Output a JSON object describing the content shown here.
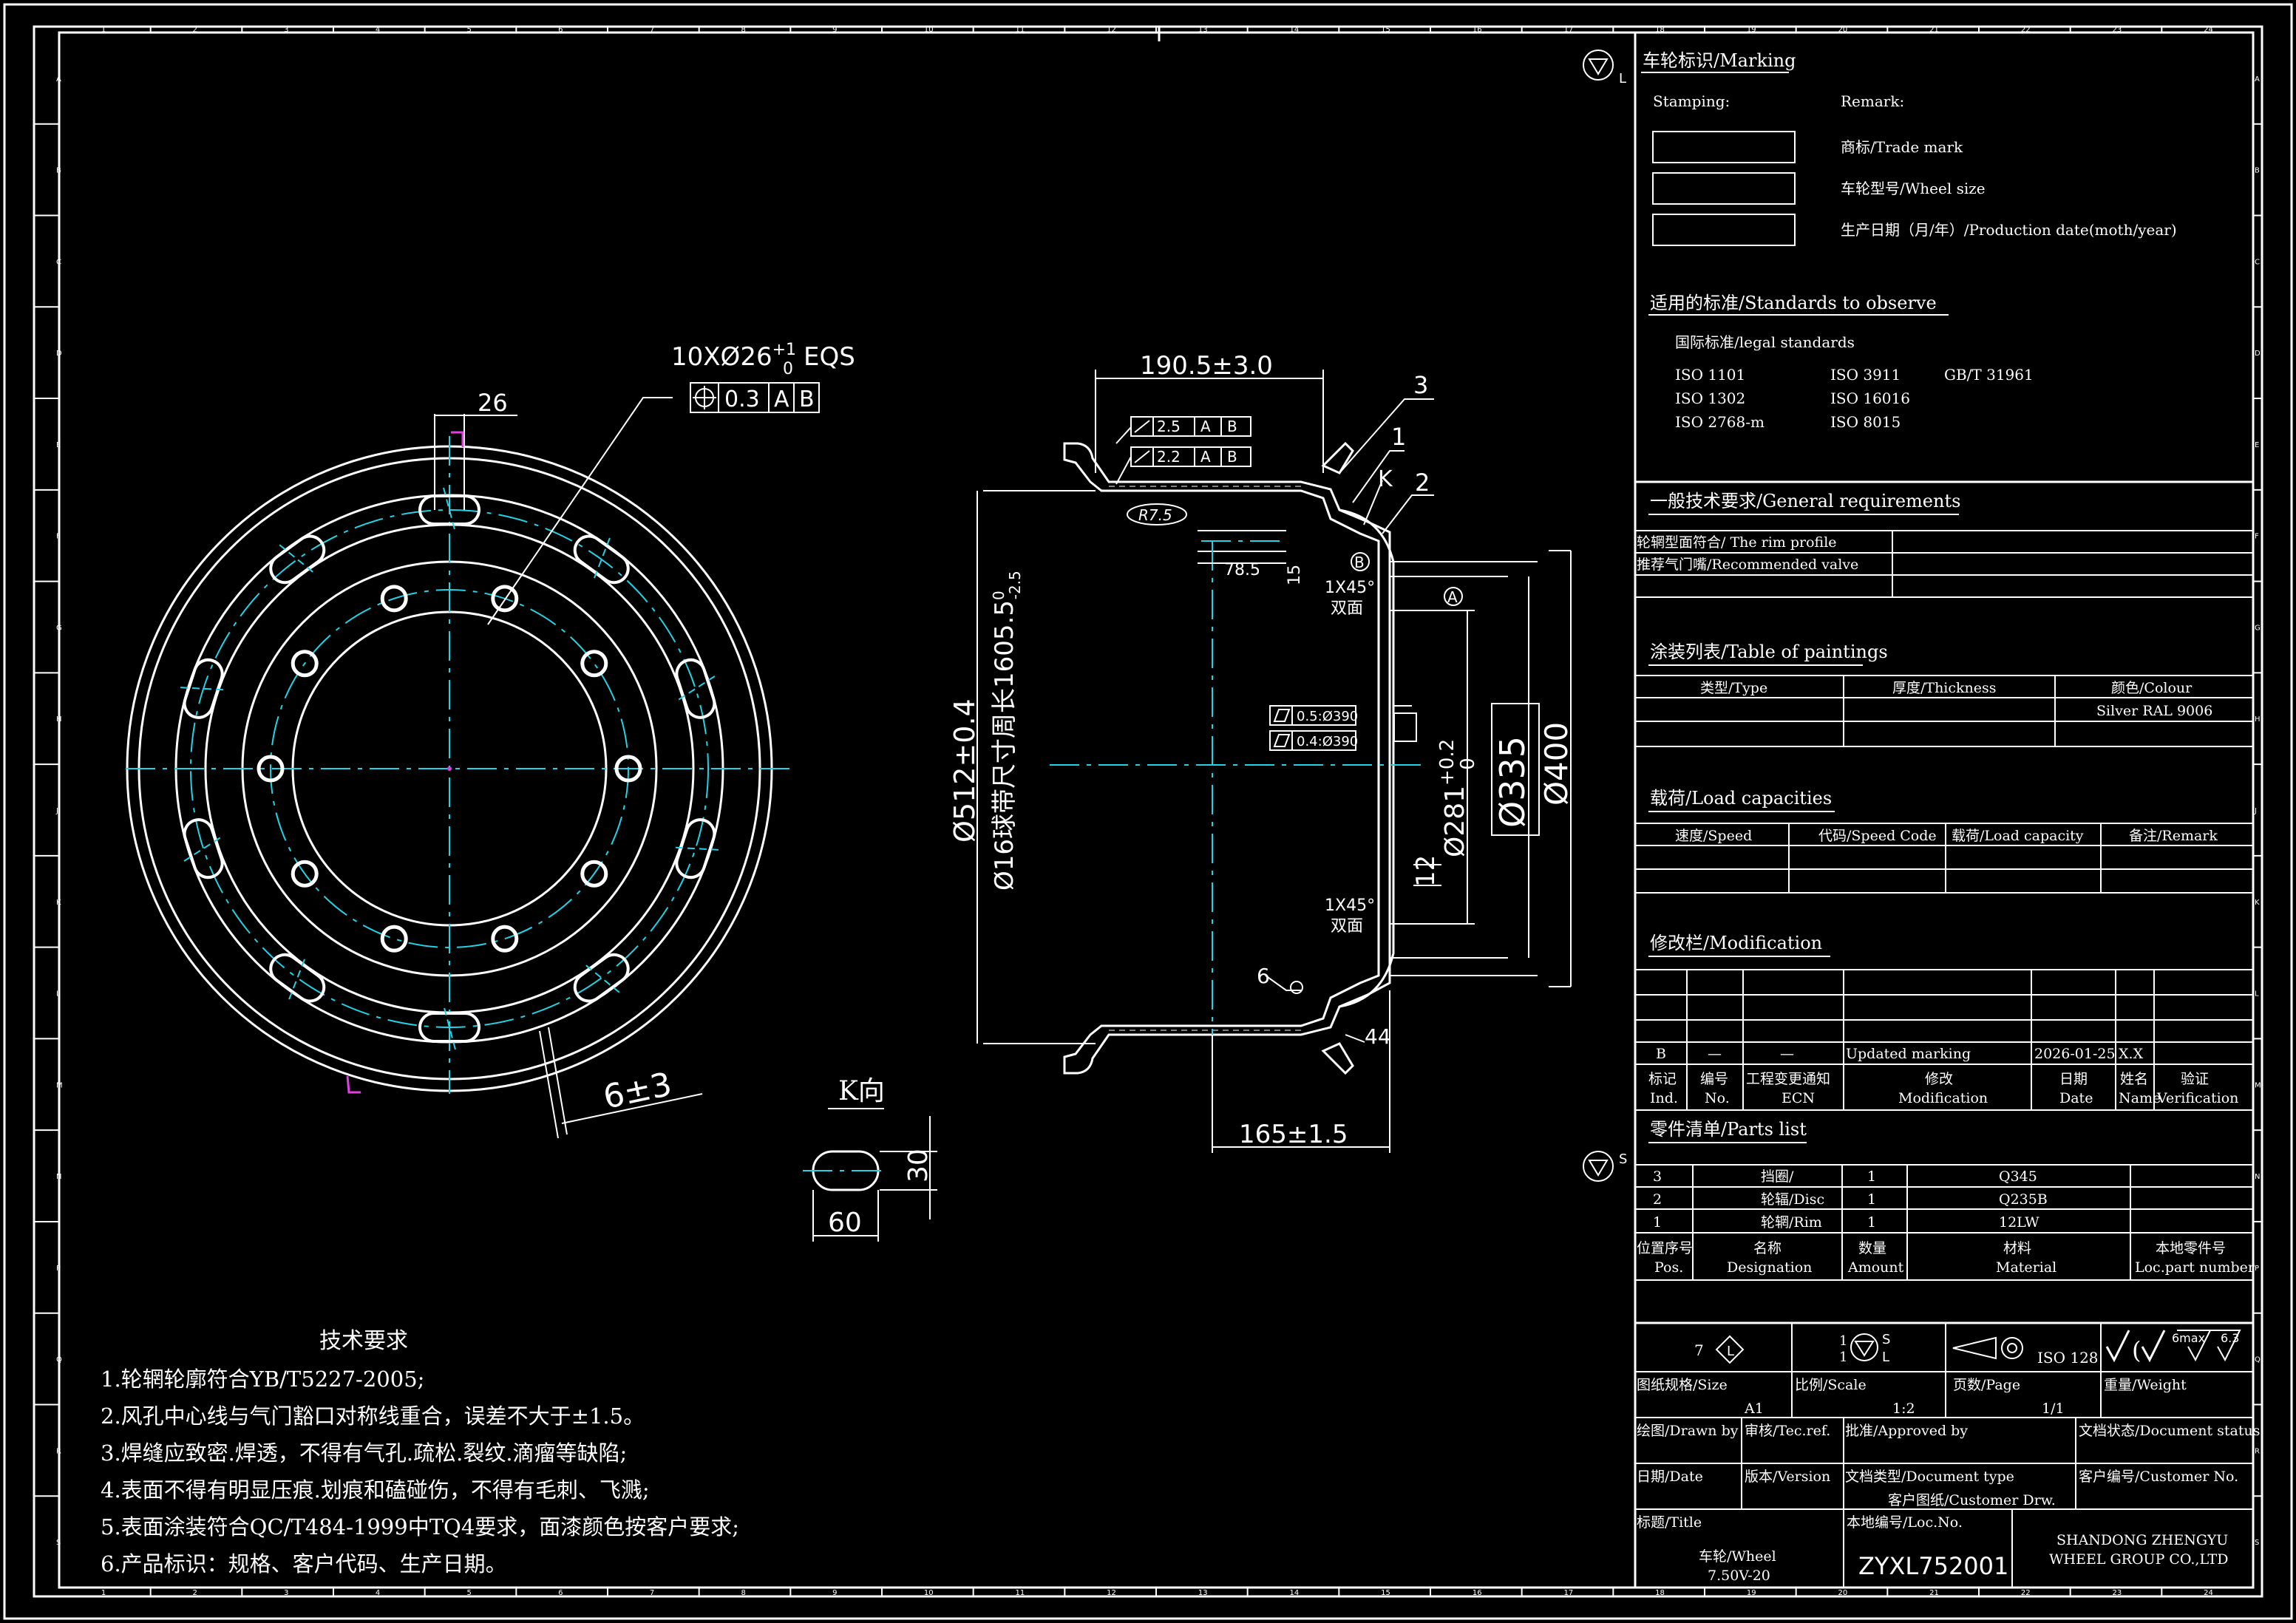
{
  "frame": {
    "col_numbers": [
      "1",
      "2",
      "3",
      "4",
      "5",
      "6",
      "7",
      "8",
      "9",
      "10",
      "11",
      "12",
      "13",
      "14",
      "15",
      "16",
      "17",
      "18",
      "19",
      "20",
      "21",
      "22",
      "23",
      "24"
    ],
    "row_letters": [
      "A",
      "B",
      "C",
      "D",
      "E",
      "F",
      "G",
      "H",
      "J",
      "K",
      "L",
      "M",
      "N",
      "P",
      "Q",
      "R",
      "S"
    ],
    "orient_L": "L",
    "orient_S": "S"
  },
  "marking": {
    "title": "车轮标识/Marking",
    "stamping_label": "Stamping:",
    "remark_label": "Remark:",
    "items": [
      "商标/Trade mark",
      "车轮型号/Wheel size",
      "生产日期（月/年）/Production date(moth/year)"
    ]
  },
  "standards": {
    "title": "适用的标准/Standards to observe",
    "subtitle": "国际标准/legal standards",
    "col1": [
      "ISO 1101",
      "ISO 1302",
      "ISO 2768-m"
    ],
    "col2": [
      "ISO 3911",
      "ISO 16016",
      "ISO 8015"
    ],
    "col3": [
      "GB/T 31961"
    ]
  },
  "general": {
    "title": "一般技术要求/General requirements",
    "rows": [
      "轮辋型面符合/ The rim profile",
      "推荐气门嘴/Recommended valve"
    ]
  },
  "paintings": {
    "title": "涂装列表/Table of paintings",
    "headers": [
      "类型/Type",
      "厚度/Thickness",
      "颜色/Colour"
    ],
    "colour_value": "Silver RAL 9006"
  },
  "loads": {
    "title": "载荷/Load capacities",
    "headers": [
      "速度/Speed",
      "代码/Speed Code",
      "载荷/Load capacity",
      "备注/Remark"
    ]
  },
  "modification": {
    "title": "修改栏/Modification",
    "row": [
      "B",
      "—",
      "—",
      "Updated marking",
      "2026-01-25",
      "X.X"
    ],
    "h1": [
      "标记",
      "编号",
      "工程变更通知",
      "修改",
      "日期",
      "姓名",
      "验证"
    ],
    "h2": [
      "Ind.",
      "No.",
      "ECN",
      "Modification",
      "Date",
      "Name",
      "Verification"
    ]
  },
  "parts": {
    "title": "零件清单/Parts list",
    "rows": [
      [
        "3",
        "挡圈/",
        "1",
        "Q345"
      ],
      [
        "2",
        "轮辐/Disc",
        "1",
        "Q235B"
      ],
      [
        "1",
        "轮辋/Rim",
        "1",
        "12LW"
      ]
    ],
    "h1": [
      "位置序号",
      "名称",
      "数量",
      "材料",
      "本地零件号"
    ],
    "h2": [
      "Pos.",
      "Designation",
      "Amount",
      "Material",
      "Loc.part number"
    ]
  },
  "titleblock": {
    "tolerance_class": "7",
    "proj_top": "1",
    "proj_bottom": "1",
    "proj_S": "S",
    "proj_L": "L",
    "iso_ref": "ISO 128",
    "roughness_note": "6max",
    "roughness_val": "6.3",
    "size_label": "图纸规格/Size",
    "size_value": "A1",
    "scale_label": "比例/Scale",
    "scale_value": "1:2",
    "page_label": "页数/Page",
    "page_value": "1/1",
    "weight_label": "重量/Weight",
    "drawn_by": "绘图/Drawn by",
    "tec_ref": "审核/Tec.ref.",
    "approved_by": "批准/Approved by",
    "doc_status": "文档状态/Document status",
    "date_label": "日期/Date",
    "version_label": "版本/Version",
    "doc_type": "文档类型/Document type",
    "doc_type_value": "客户图纸/Customer Drw.",
    "customer_no": "客户编号/Customer No.",
    "title_label": "标题/Title",
    "title_value": "车轮/Wheel",
    "title_value2": "7.50V-20",
    "loc_no_label": "本地编号/Loc.No.",
    "loc_no": "ZYXL752001",
    "company_line1": "SHANDONG ZHENGYU",
    "company_line2": "WHEEL GROUP CO.,LTD"
  },
  "front_view": {
    "holes_note": "10XØ26",
    "holes_tol_upper": "+1",
    "holes_tol_lower": "0",
    "holes_eqs": "EQS",
    "position_tol": "0.3",
    "datum_a": "A",
    "datum_b": "B",
    "dim_26": "26",
    "dim_6": "6±3"
  },
  "section_view": {
    "width_top": "190.5±3.0",
    "width_bottom": "165±1.5",
    "callouts": [
      "3",
      "1",
      "K",
      "2"
    ],
    "runout1": "2.5",
    "runout2": "2.2",
    "radius": "R7.5",
    "dim_78": "78.5",
    "dim_15": "15",
    "chamfer": "1X45°",
    "chamfer_note": "双面",
    "flat1": "0.5",
    "flat1_d": "Ø390",
    "flat2": "0.4",
    "flat2_d": "Ø390",
    "dia_512": "Ø512±0.4",
    "circ": "Ø16球带尺寸周长1605.5",
    "circ_tol_upper": "0",
    "circ_tol_lower": "-2.5",
    "dia_281": "Ø281",
    "dia_281_tol_upper": "+0.2",
    "dia_281_tol_lower": "0",
    "dia_335": "Ø335",
    "dia_400": "Ø400",
    "dim_12": "12",
    "dim_6": "6",
    "dim_44": "44",
    "datum_a": "A",
    "datum_b": "B"
  },
  "k_view": {
    "label": "K向",
    "width": "60",
    "height": "30"
  },
  "tech_req": {
    "title": "技术要求",
    "items": [
      "1.轮辋轮廓符合YB/T5227-2005;",
      "2.风孔中心线与气门豁口对称线重合，误差不大于±1.5。",
      "3.焊缝应致密.焊透，不得有气孔.疏松.裂纹.滴瘤等缺陷;",
      "4.表面不得有明显压痕.划痕和磕碰伤，不得有毛刺、飞溅;",
      "5.表面涂装符合QC/T484-1999中TQ4要求，面漆颜色按客户要求;",
      "6.产品标识：规格、客户代码、生产日期。"
    ]
  }
}
